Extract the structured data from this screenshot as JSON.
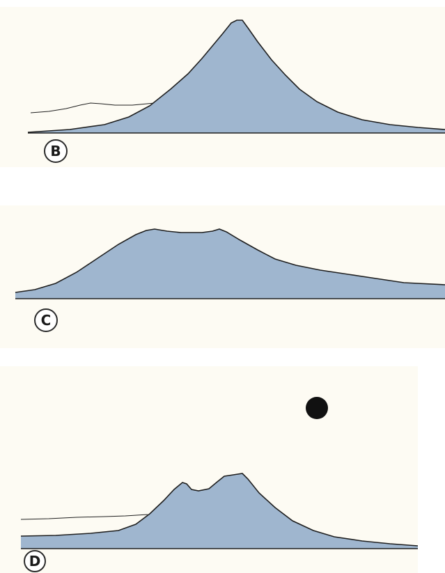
{
  "colors": {
    "paper": "#fdfbf3",
    "mountain_fill": "#9fb6cf",
    "outline": "#1e1e1e",
    "dot": "#111111"
  },
  "panels": [
    {
      "label": "B",
      "shape": "single-peak volcanic cone"
    },
    {
      "label": "C",
      "shape": "broad flat-topped volcano"
    },
    {
      "label": "D",
      "shape": "twin-summit volcano"
    }
  ],
  "markers": {
    "dot": "filled-circle"
  }
}
